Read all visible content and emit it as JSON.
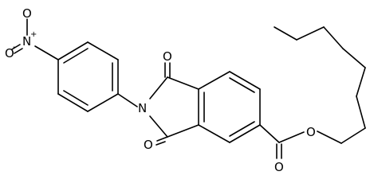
{
  "molecule": {
    "atoms": {
      "nitro_o_minus": {
        "symbol": "O",
        "charge": "-"
      },
      "nitro_n": {
        "symbol": "N",
        "charge": "+"
      },
      "nitro_o_double": {
        "symbol": "O"
      },
      "imide_n": {
        "symbol": "N"
      },
      "carbonyl_o_top": {
        "symbol": "O"
      },
      "carbonyl_o_bottom": {
        "symbol": "O"
      },
      "ester_o_single": {
        "symbol": "O"
      },
      "ester_o_double": {
        "symbol": "O"
      }
    }
  }
}
